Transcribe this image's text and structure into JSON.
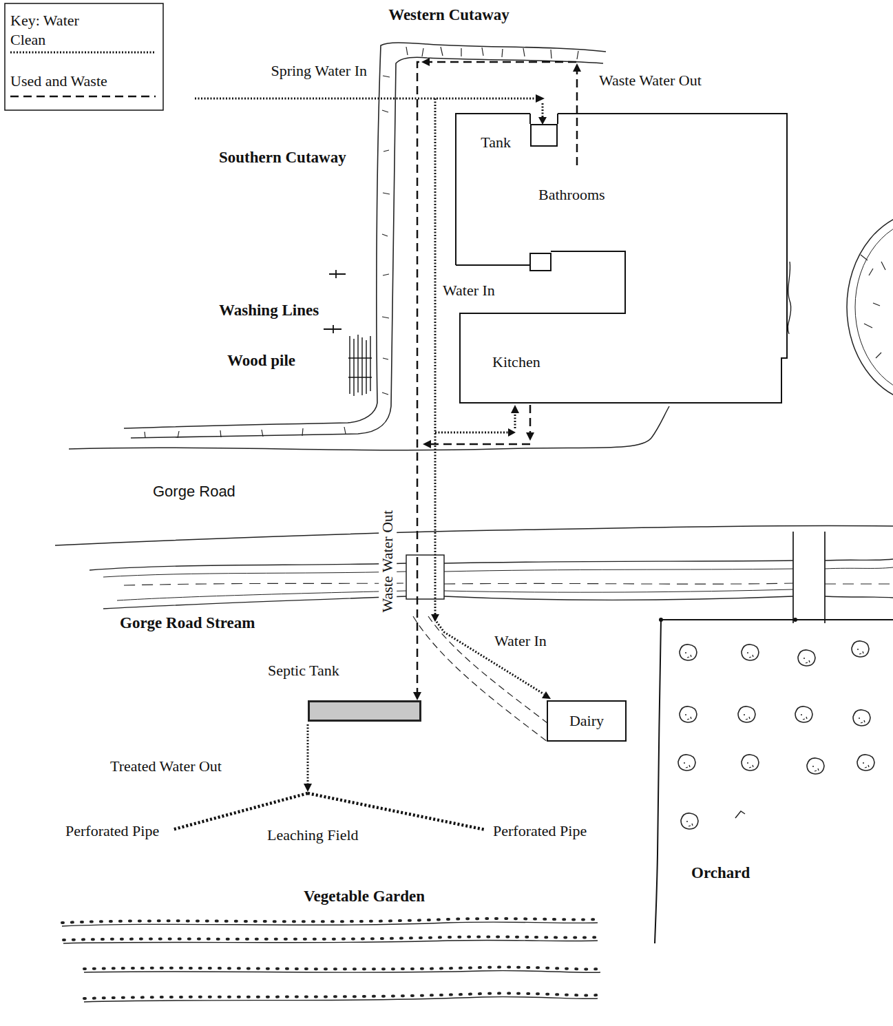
{
  "diagram": {
    "nodes": [
      {
        "text": [
          "Bathrooms",
          "Kitchen"
        ]
      },
      {
        "text": [
          "Tank"
        ],
        "in": 0
      },
      {
        "text": [
          "Septic Tank"
        ]
      },
      {
        "text": [
          "Dairy"
        ]
      }
    ],
    "edges": [
      {
        "from": 0,
        "to": 2,
        "arrow": "to",
        "label": "Waste Water Out"
      }
    ],
    "labels": [
      "Key: Water",
      "Western Cutaway",
      "Spring Water In",
      "Waste Water Out",
      "Southern Cutaway",
      "Washing Lines",
      "Water In",
      "Wood pile",
      "Gorge Road",
      "Gorge Road Stream",
      "Water In",
      "Treated Water Out",
      "Perforated Pipe",
      "Leaching Field",
      "Perforated Pipe",
      "Orchard",
      "Vegetable Garden"
    ],
    "legend": [
      {
        "text": "Clean"
      },
      {
        "text": "Used and Waste"
      }
    ]
  }
}
